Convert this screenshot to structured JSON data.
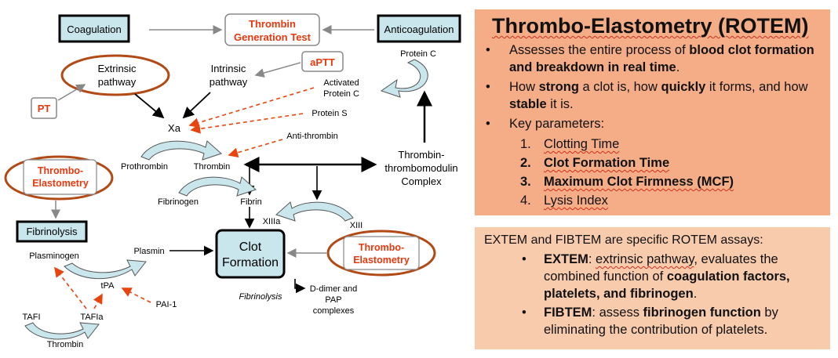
{
  "diagram": {
    "coagulation": "Coagulation",
    "thrombin_gen_1": "Thrombin",
    "thrombin_gen_2": "Generation Test",
    "anticoagulation": "Anticoagulation",
    "protein_c": "Protein C",
    "extrinsic_1": "Extrinsic",
    "extrinsic_2": "pathway",
    "intrinsic_1": "Intrinsic",
    "intrinsic_2": "pathway",
    "aptt": "aPTT",
    "pt": "PT",
    "activated_pc_1": "Activated",
    "activated_pc_2": "Protein C",
    "protein_s": "Protein S",
    "anti_thrombin": "Anti-thrombin",
    "xa": "Xa",
    "prothrombin": "Prothrombin",
    "thrombin": "Thrombin",
    "ttc_1": "Thrombin-",
    "ttc_2": "thrombomodulin",
    "ttc_3": "Complex",
    "thrombo_elast_1": "Thrombo-",
    "thrombo_elast_2": "Elastometry",
    "fibrinogen": "Fibrinogen",
    "fibrin": "Fibrin",
    "xiiia": "XIIIa",
    "xiii": "XIII",
    "fibrinolysis_label": "Fibrinolysis",
    "plasminogen": "Plasminogen",
    "plasmin": "Plasmin",
    "clot_1": "Clot",
    "clot_2": "Formation",
    "tpa": "tPA",
    "pai1": "PAI-1",
    "tafi": "TAFI",
    "tafia": "TAFIa",
    "thrombin_bottom": "Thrombin",
    "fibrinolysis_italic": "Fibrinolysis",
    "ddimer_1": "D-dimer and",
    "ddimer_2": "PAP",
    "ddimer_3": "complexes"
  },
  "panel1": {
    "title": "Thrombo-Elastometry (ROTEM)",
    "bullet": "•",
    "b1_pre": "Assesses the entire process of ",
    "b1_bold": "blood clot formation and breakdown in real time",
    "b1_post": ".",
    "b2_a": "How ",
    "b2_b": "strong",
    "b2_c": " a clot is, how ",
    "b2_d": "quickly",
    "b2_e": " it forms, and how ",
    "b2_f": "stable",
    "b2_g": " it is.",
    "b3": "Key parameters:",
    "params": [
      {
        "num": "1.",
        "text": "Clotting Time"
      },
      {
        "num": "2.",
        "text": "Clot Formation Time"
      },
      {
        "num": "3.",
        "text": "Maximum Clot Firmness (MCF)"
      },
      {
        "num": "4.",
        "text": "Lysis Index"
      }
    ]
  },
  "panel2": {
    "intro": "EXTEM and FIBTEM are specific ROTEM assays:",
    "bullet": "•",
    "extem_label": "EXTEM",
    "extem_a": ": ",
    "extem_b": "extrinsic pathway",
    "extem_c": ", evaluates the combined function of ",
    "extem_d": "coagulation factors, platelets, and fibrinogen",
    "extem_e": ".",
    "fibtem_label": "FIBTEM",
    "fibtem_a": ": assess ",
    "fibtem_b": "fibrinogen function",
    "fibtem_c": " by eliminating the contribution of platelets."
  },
  "colors": {
    "panel1_bg": "#f4ad86",
    "panel2_bg": "#f8cbad",
    "box_fill": "#c9e6ec",
    "red_text": "#e8380d",
    "oval_stroke": "#b24a16",
    "dashed_red": "#e8440d"
  }
}
